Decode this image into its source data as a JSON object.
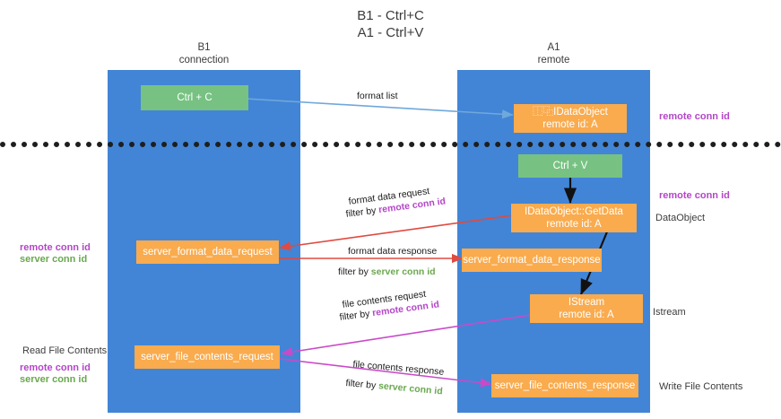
{
  "title": "B1 - Ctrl+C\nA1 - Ctrl+V",
  "lanes": {
    "left": {
      "header": "B1\nconnection"
    },
    "right": {
      "header": "A1\nremote"
    }
  },
  "nodes": {
    "ctrl_c": "Ctrl + C",
    "idataobject_top": "⿰⿻IDataObject\nremote id: A",
    "ctrl_v": "Ctrl + V",
    "getdata": "IDataObject::GetData\nremote id: A",
    "server_format_data_request": "server_format_data_request",
    "server_format_data_response": "server_format_data_response",
    "istream": "IStream\nremote id: A",
    "server_file_contents_request": "server_file_contents_request",
    "server_file_contents_response": "server_file_contents_response"
  },
  "edge_labels": {
    "format_list": "format list",
    "format_data_request": "format data request",
    "format_data_request_filter_prefix": "filter by ",
    "format_data_request_filter_value": "remote conn id",
    "format_data_response": "format data response",
    "format_data_response_filter_prefix": "filter by ",
    "format_data_response_filter_value": "server conn id",
    "file_contents_request": "file contents request",
    "file_contents_request_filter_prefix": "filter by ",
    "file_contents_request_filter_value": "remote conn id",
    "file_contents_response": "file contents response",
    "file_contents_response_filter_prefix": "filter by ",
    "file_contents_response_filter_value": "server conn id"
  },
  "annotations": {
    "right_remote_conn_id_top": "remote conn id",
    "right_remote_conn_id_mid": "remote conn id",
    "right_dataobject": "DataObject",
    "right_istream": "Istream",
    "right_write_file_contents": "Write File Contents",
    "left_remote_conn_id": "remote conn id",
    "left_server_conn_id": "server conn id",
    "left_read_file_contents": "Read File Contents",
    "left_remote_conn_id_2": "remote conn id",
    "left_server_conn_id_2": "server conn id"
  },
  "colors": {
    "lane": "#4285d6",
    "green_node": "#77c282",
    "orange_node": "#f9ab4e",
    "remote_conn_id": "#b446c8",
    "server_conn_id": "#6aa84f",
    "arrow_blue": "#6fa8dc",
    "arrow_red": "#e04a3f",
    "arrow_magenta": "#c94ac9",
    "arrow_black": "#111111",
    "divider": "#1e1e1e"
  }
}
